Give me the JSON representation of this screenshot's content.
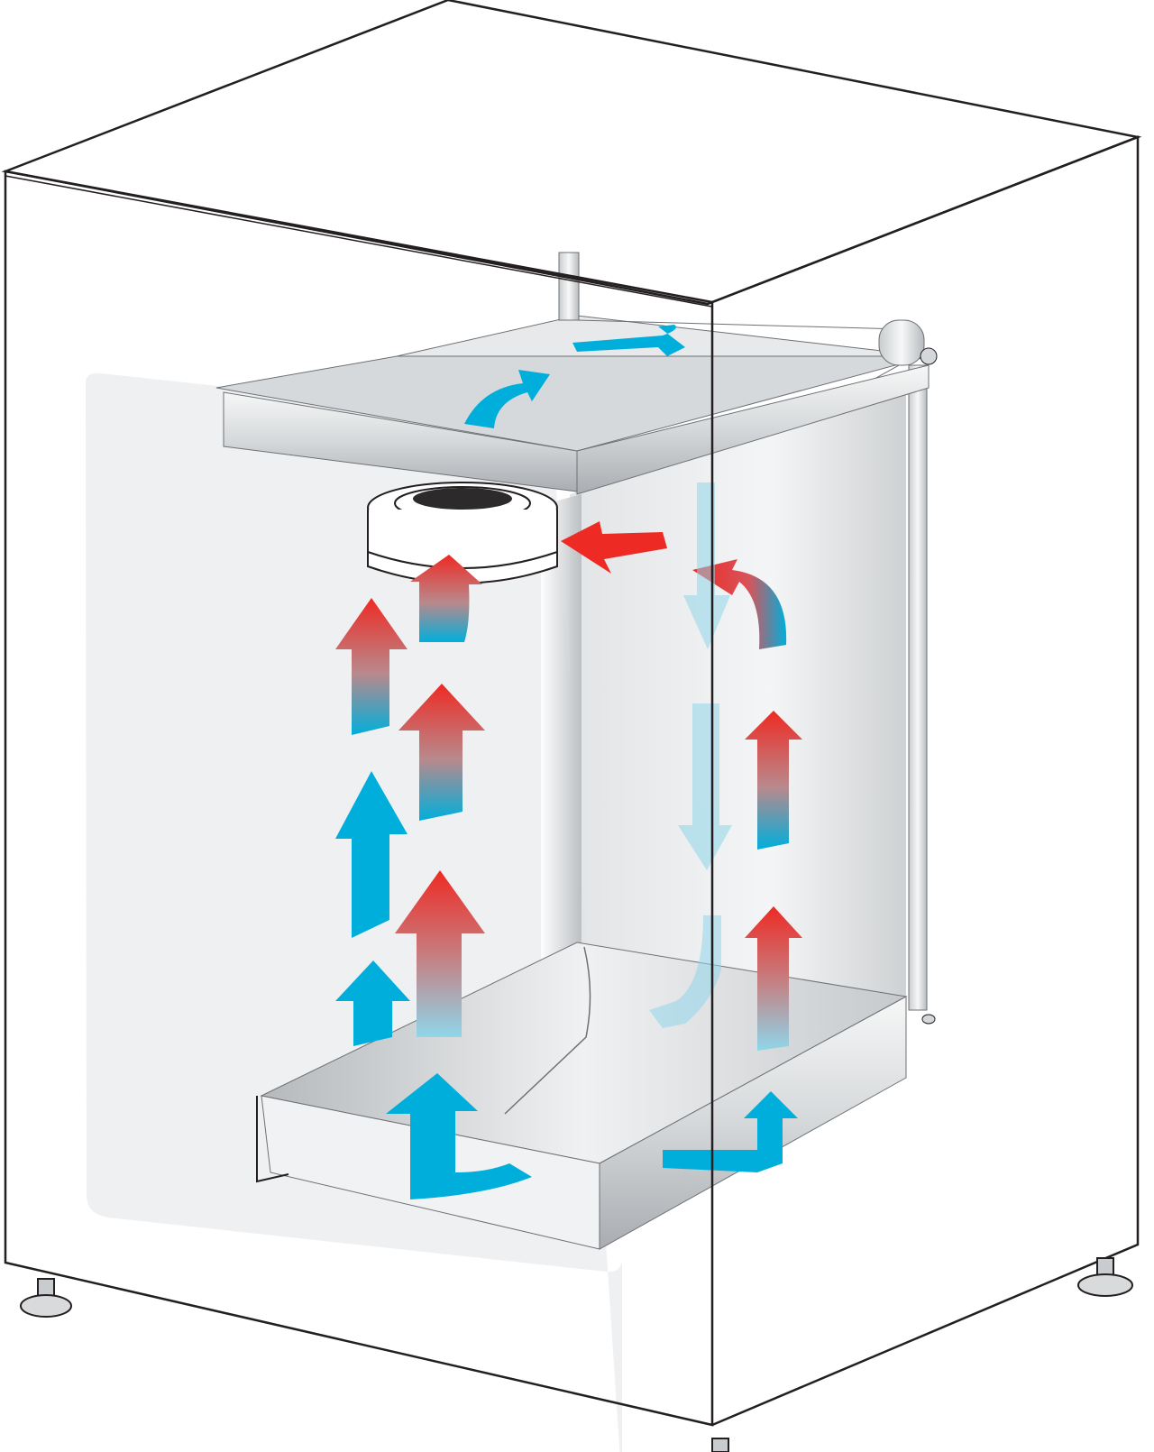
{
  "diagram": {
    "subject": "airflow-cabinet-cutaway",
    "colors": {
      "cool_air": "#00aedb",
      "cool_air_light": "#8fd6ea",
      "warm_air": "#ee2a24",
      "cabinet_line": "#231f20",
      "panel_shade": "#e9ebec",
      "metal_light": "#f4f5f6",
      "metal_dark": "#9ea2a6"
    },
    "arrows": [
      {
        "id": "bottom-intake",
        "kind": "cool",
        "direction": "up"
      },
      {
        "id": "bottom-right-intake",
        "kind": "cool",
        "direction": "up"
      },
      {
        "id": "left-column-lower",
        "kind": "cool",
        "direction": "up"
      },
      {
        "id": "left-column-middle",
        "kind": "cool",
        "direction": "up"
      },
      {
        "id": "left-column-upper",
        "kind": "gradient",
        "direction": "up"
      },
      {
        "id": "center-lower",
        "kind": "gradient",
        "direction": "up"
      },
      {
        "id": "center-middle",
        "kind": "gradient",
        "direction": "up"
      },
      {
        "id": "center-to-fan",
        "kind": "gradient",
        "direction": "up"
      },
      {
        "id": "fan-side-inlet",
        "kind": "warm",
        "direction": "left"
      },
      {
        "id": "right-return-hook",
        "kind": "gradient",
        "direction": "left"
      },
      {
        "id": "right-column-middle",
        "kind": "gradient",
        "direction": "up"
      },
      {
        "id": "right-column-lower",
        "kind": "gradient",
        "direction": "up"
      },
      {
        "id": "right-downflow",
        "kind": "faded-cool",
        "direction": "down"
      },
      {
        "id": "top-duct-curve",
        "kind": "cool",
        "direction": "up"
      },
      {
        "id": "top-duct-return",
        "kind": "cool",
        "direction": "right"
      }
    ]
  }
}
